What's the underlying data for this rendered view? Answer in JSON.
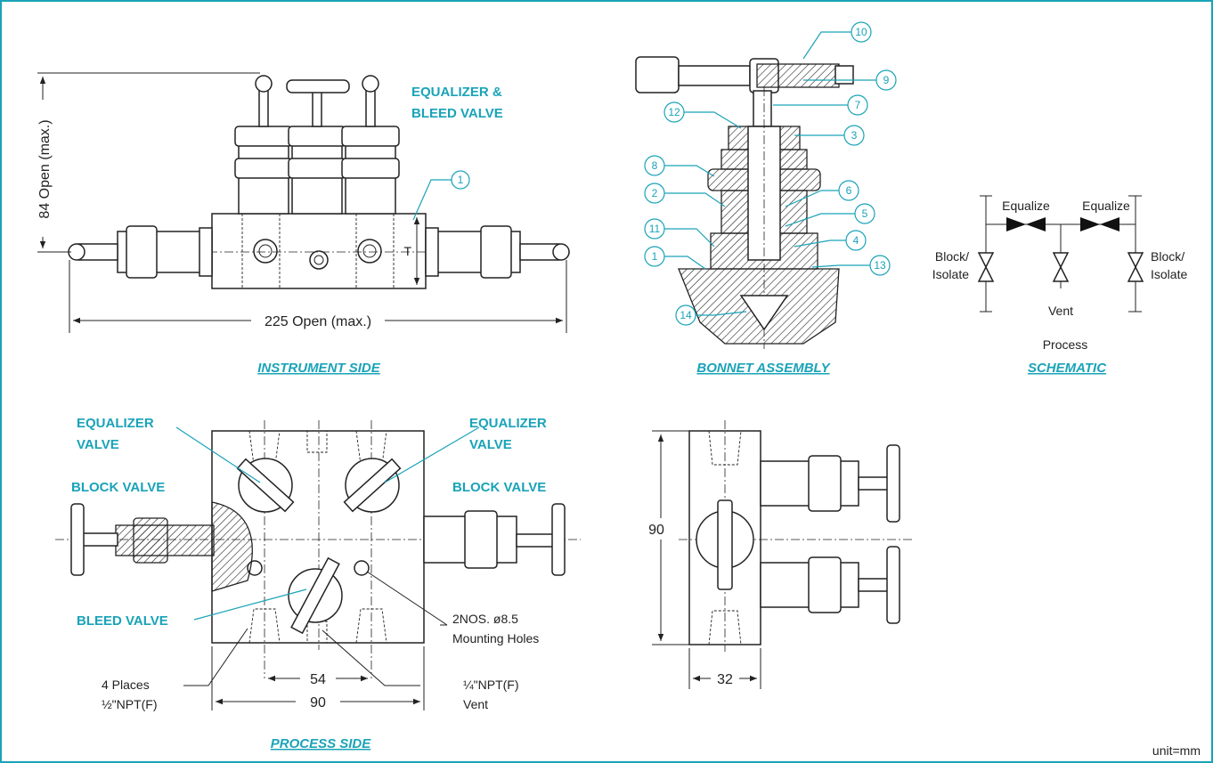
{
  "labels": {
    "equalizer_bleed_valve_1": "EQUALIZER &",
    "equalizer_bleed_valve_2": "BLEED VALVE",
    "equalizer_valve_left_1": "EQUALIZER",
    "equalizer_valve_left_2": "VALVE",
    "equalizer_valve_right_1": "EQUALIZER",
    "equalizer_valve_right_2": "VALVE",
    "block_valve_left": "BLOCK  VALVE",
    "block_valve_right": "BLOCK  VALVE",
    "bleed_valve": "BLEED  VALVE"
  },
  "captions": {
    "instrument_side": "INSTRUMENT SIDE",
    "bonnet_assembly": "BONNET ASSEMBLY",
    "schematic": "SCHEMATIC",
    "process_side": "PROCESS SIDE"
  },
  "dimensions": {
    "height_open": "84 Open (max.)",
    "width_open": "225 Open (max.)",
    "T": "T",
    "d54": "54",
    "d90_bottom": "90",
    "d90_side": "90",
    "d32": "32"
  },
  "notes": {
    "mounting_1": "2NOS. ø8.5",
    "mounting_2": "Mounting Holes",
    "places_1": "4 Places",
    "places_2": "½\"NPT(F)",
    "vent_1": "¼\"NPT(F)",
    "vent_2": "Vent",
    "unit": "unit=mm"
  },
  "schematic": {
    "equalize_left": "Equalize",
    "equalize_right": "Equalize",
    "block_left_1": "Block/",
    "block_left_2": "Isolate",
    "block_right_1": "Block/",
    "block_right_2": "Isolate",
    "vent": "Vent",
    "process": "Process"
  },
  "part_numbers": [
    "1",
    "10",
    "9",
    "7",
    "12",
    "3",
    "8",
    "6",
    "2",
    "5",
    "11",
    "4",
    "1",
    "13",
    "14"
  ],
  "colors": {
    "accent": "#1aa3b8",
    "line": "#222222",
    "background": "#ffffff"
  }
}
